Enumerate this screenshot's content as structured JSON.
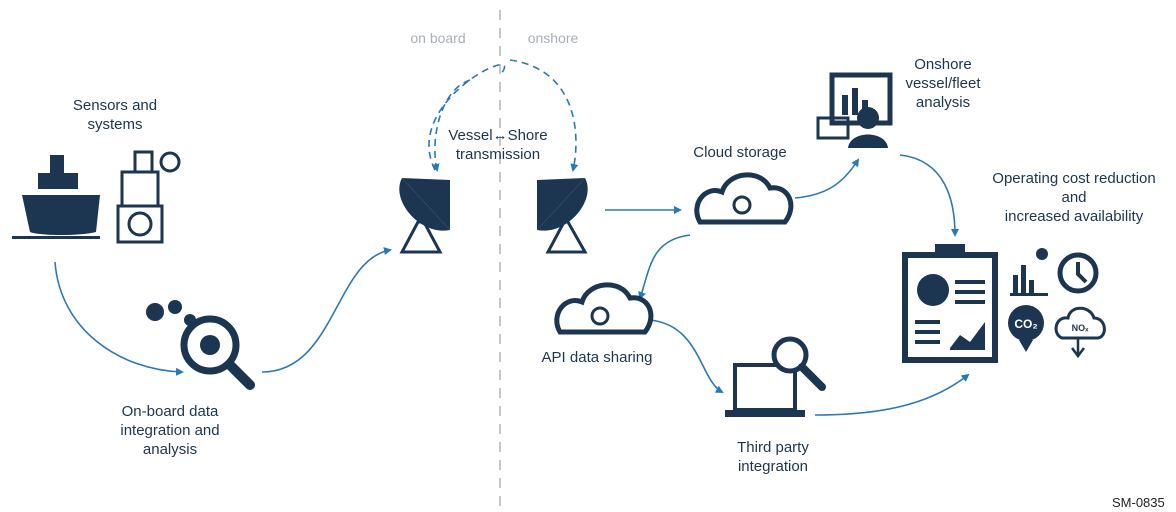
{
  "zones": {
    "left": "on board",
    "right": "onshore"
  },
  "labels": {
    "sensors": "Sensors and\nsystems",
    "onboard": "On-board data\nintegration and\nanalysis",
    "vessel_shore": "Vessel↔Shore\ntransmission",
    "cloud": "Cloud storage",
    "api": "API data sharing",
    "third_party": "Third party\nintegration",
    "fleet": "Onshore\nvessel/fleet\nanalysis",
    "cost": "Operating cost reduction\nand\nincreased availability",
    "co2": "CO₂",
    "nox": "NOₓ"
  },
  "reference": "SM-0835",
  "colors": {
    "navy": "#1c3551",
    "arrow": "#2b78b8",
    "divider": "#c4c8cc"
  }
}
